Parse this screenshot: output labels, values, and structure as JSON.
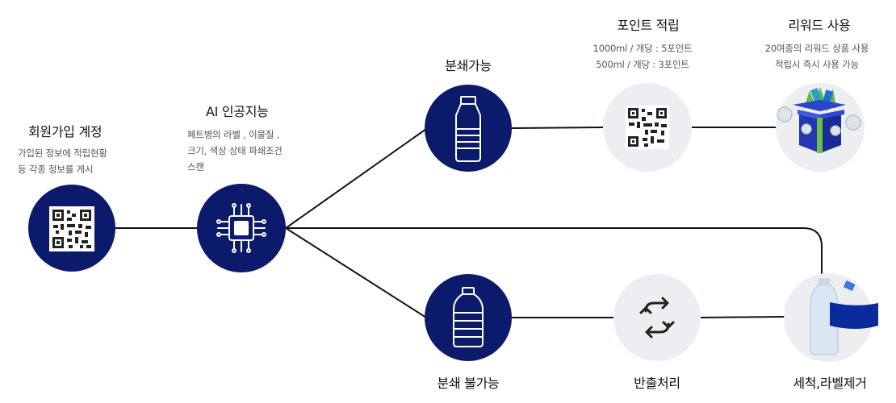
{
  "steps": {
    "member": {
      "title": "회원가입 계정",
      "desc": [
        "가입된 정보에 적립현황",
        "등 각종 정보를 게시"
      ],
      "icon": "qr-code-icon"
    },
    "ai": {
      "title": "AI 인공지능",
      "desc": [
        "페트병의 라벨 , 이물질 ,",
        "크기, 색상 상태 파쇄조건",
        "스캔"
      ],
      "icon": "ai-chip-icon"
    },
    "crushable": {
      "title": "분쇄가능",
      "icon": "bottle-icon"
    },
    "points": {
      "title": "포인트 적립",
      "desc": [
        "1000ml / 개당 : 5포인트",
        "500ml / 개당 : 3포인트"
      ],
      "icon": "qr-code-icon"
    },
    "reward": {
      "title": "리워드 사용",
      "desc": [
        "20여종의 리워드 상품 사용",
        "적립시 즉시 사용 가능"
      ],
      "icon": "gift-box-icon"
    },
    "not_crushable": {
      "title": "분쇄 불가능",
      "icon": "large-bottle-icon"
    },
    "return": {
      "title": "반출처리",
      "icon": "recycle-arrows-icon"
    },
    "clean": {
      "title": "세척,라벨제거",
      "icon": "bottle-label-removal-icon"
    }
  },
  "colors": {
    "navy": "#0c1a6b",
    "light_circle": "#eceef2",
    "line": "#111111",
    "label_blue": "#0b2a9e"
  }
}
